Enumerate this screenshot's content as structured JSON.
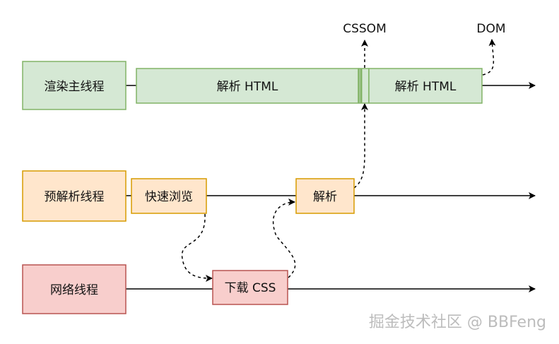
{
  "threads": {
    "main": {
      "label": "渲染主线程",
      "fill": "#d5e8d4",
      "stroke": "#82b366",
      "blocks": {
        "parse_html_1": "解析 HTML",
        "parse_html_2": "解析 HTML"
      }
    },
    "preparse": {
      "label": "预解析线程",
      "fill": "#ffe6cc",
      "stroke": "#d79b00",
      "blocks": {
        "quick_scan": "快速浏览",
        "parse": "解析"
      }
    },
    "network": {
      "label": "网络线程",
      "fill": "#f8cecc",
      "stroke": "#b85450",
      "blocks": {
        "download_css": "下载 CSS"
      }
    }
  },
  "outputs": {
    "cssom": "CSSOM",
    "dom": "DOM"
  },
  "watermark": "掘金技术社区 @ BBFeng"
}
